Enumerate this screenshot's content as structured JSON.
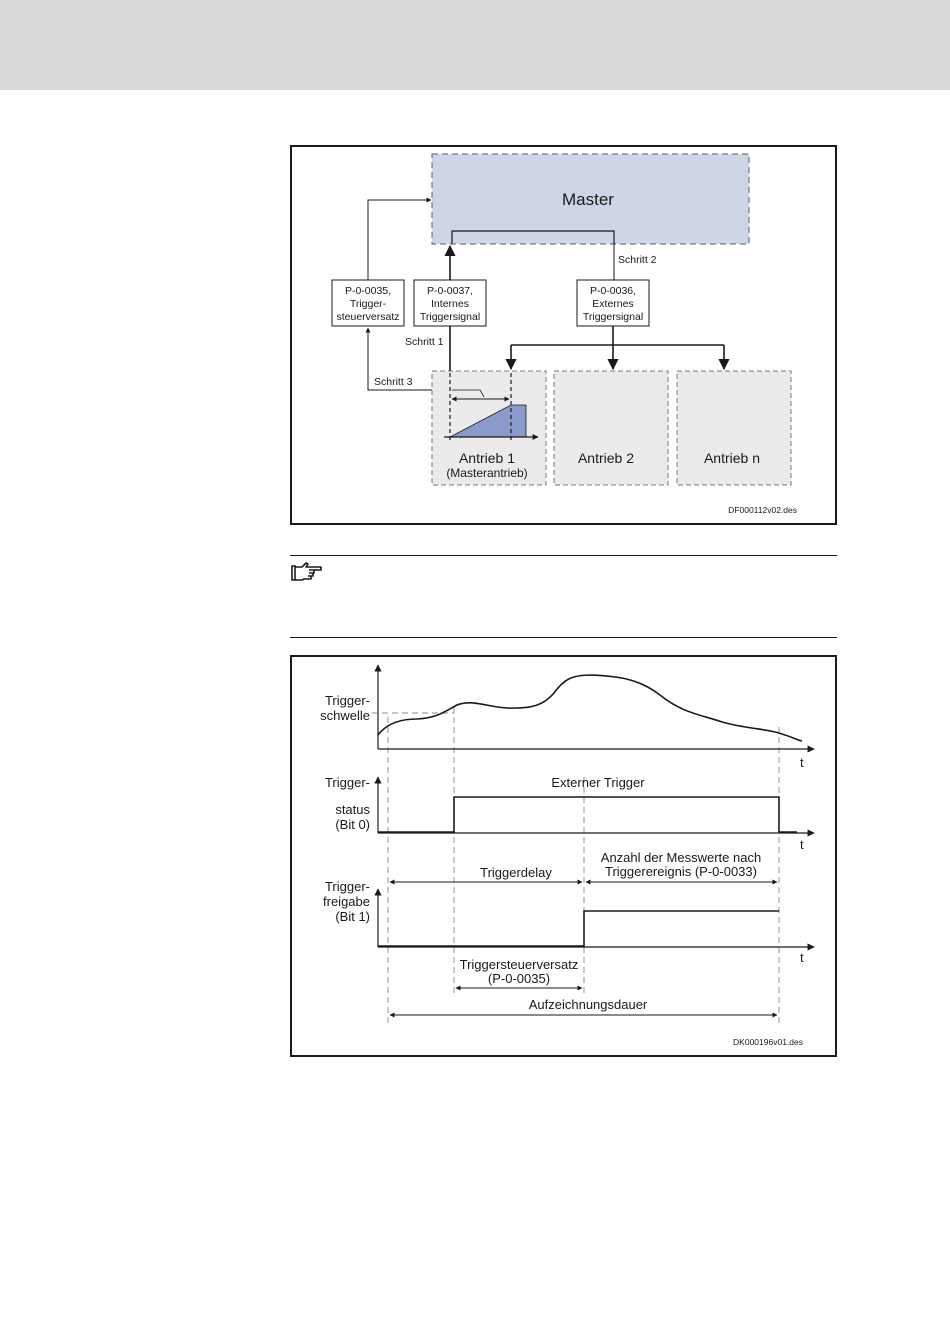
{
  "figure1": {
    "master_label": "Master",
    "param_box_left": {
      "line1": "P-0-0035,",
      "line2": "Trigger-",
      "line3": "steuerversatz"
    },
    "param_box_mid": {
      "line1": "P-0-0037,",
      "line2": "Internes",
      "line3": "Triggersignal"
    },
    "param_box_right": {
      "line1": "P-0-0036,",
      "line2": "Externes",
      "line3": "Triggersignal"
    },
    "step1": "Schritt 1",
    "step2": "Schritt 2",
    "step3": "Schritt 3",
    "drive1": "Antrieb 1",
    "drive1_sub": "(Masterantrieb)",
    "drive2": "Antrieb 2",
    "driven": "Antrieb n",
    "file_code": "DF000112v02.des",
    "colors": {
      "master_fill": "#cdd5e6",
      "ramp_fill": "#8a9acb",
      "box_border": "#777777"
    }
  },
  "note": {
    "icon": "pointing-hand-icon"
  },
  "figure2": {
    "trigger_threshold": {
      "line1": "Trigger-",
      "line2": "schwelle"
    },
    "trigger_status": {
      "line1": "Trigger-",
      "line2": "status",
      "line3": "(Bit 0)"
    },
    "trigger_enable": {
      "line1": "Trigger-",
      "line2": "freigabe",
      "line3": "(Bit 1)"
    },
    "t_label": "t",
    "external_trigger": "Externer Trigger",
    "trigger_delay": "Triggerdelay",
    "measurements_after": {
      "line1": "Anzahl der Messwerte nach",
      "line2": "Triggerereignis (P-0-0033)"
    },
    "trigger_offset": {
      "line1": "Triggersteuerversatz",
      "line2": "(P-0-0035)"
    },
    "recording_duration": "Aufzeichnungsdauer",
    "file_code": "DK000196v01.des"
  }
}
